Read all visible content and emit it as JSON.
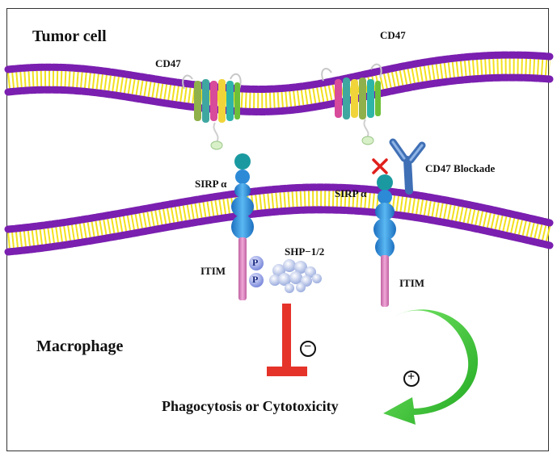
{
  "labels": {
    "tumor_cell": "Tumor cell",
    "macrophage": "Macrophage",
    "cd47_left": "CD47",
    "cd47_right": "CD47",
    "cd47_blockade": "CD47 Blockade",
    "sirpa_left": "SIRP α",
    "sirpa_right": "SIRP α",
    "itim_left": "ITIM",
    "itim_right": "ITIM",
    "shp": "SHP−1/2",
    "phospho_1": "P",
    "phospho_2": "P",
    "outcome": "Phagocytosis or Cytotoxicity",
    "minus_sign": "−",
    "plus_sign": "+"
  },
  "colors": {
    "membrane_head": "#7a1fb0",
    "membrane_tail": "#f2e020",
    "inhibit": "#e5332a",
    "activate": "#3cc33c",
    "sirpa": "#2f8fd6",
    "itim": "#d67ab8",
    "blocked_mark": "#e0201c",
    "antibody": "#3f6fb5",
    "shp": "#b9c8ee"
  }
}
